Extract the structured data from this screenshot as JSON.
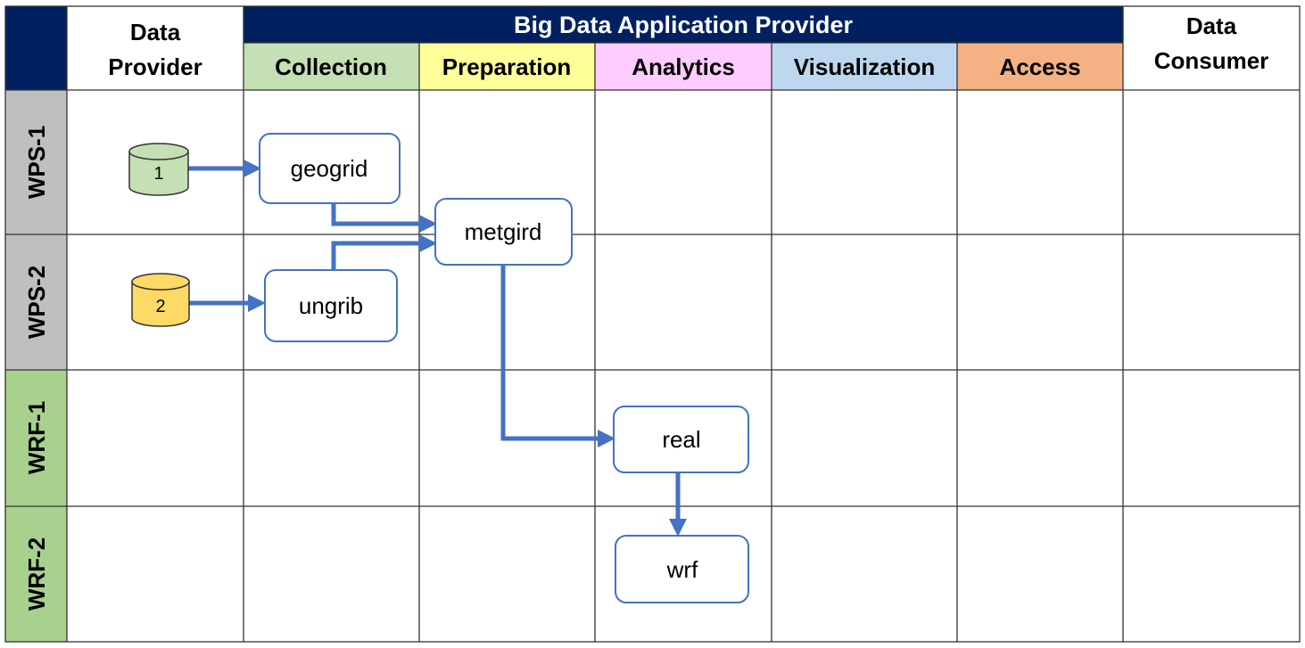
{
  "header": {
    "data_provider": [
      "Data",
      "Provider"
    ],
    "big_data_app_provider": "Big Data Application Provider",
    "data_consumer": [
      "Data",
      "Consumer"
    ],
    "stages": [
      {
        "label": "Collection",
        "color": "#c5e0b4"
      },
      {
        "label": "Preparation",
        "color": "#ffff99"
      },
      {
        "label": "Analytics",
        "color": "#ffccff"
      },
      {
        "label": "Visualization",
        "color": "#bdd7ee"
      },
      {
        "label": "Access",
        "color": "#f4b183"
      }
    ],
    "main_color": "#002060"
  },
  "rows": [
    {
      "label": "WPS-1",
      "color": "#bfbfbf"
    },
    {
      "label": "WPS-2",
      "color": "#bfbfbf"
    },
    {
      "label": "WRF-1",
      "color": "#a9d18e"
    },
    {
      "label": "WRF-2",
      "color": "#a9d18e"
    }
  ],
  "data_sources": [
    {
      "label": "1",
      "color": "#c5e0b4"
    },
    {
      "label": "2",
      "color": "#ffd966"
    }
  ],
  "nodes": {
    "geogrid": "geogrid",
    "ungrib": "ungrib",
    "metgird": "metgird",
    "real": "real",
    "wrf": "wrf"
  },
  "edge_color": "#4472c4"
}
